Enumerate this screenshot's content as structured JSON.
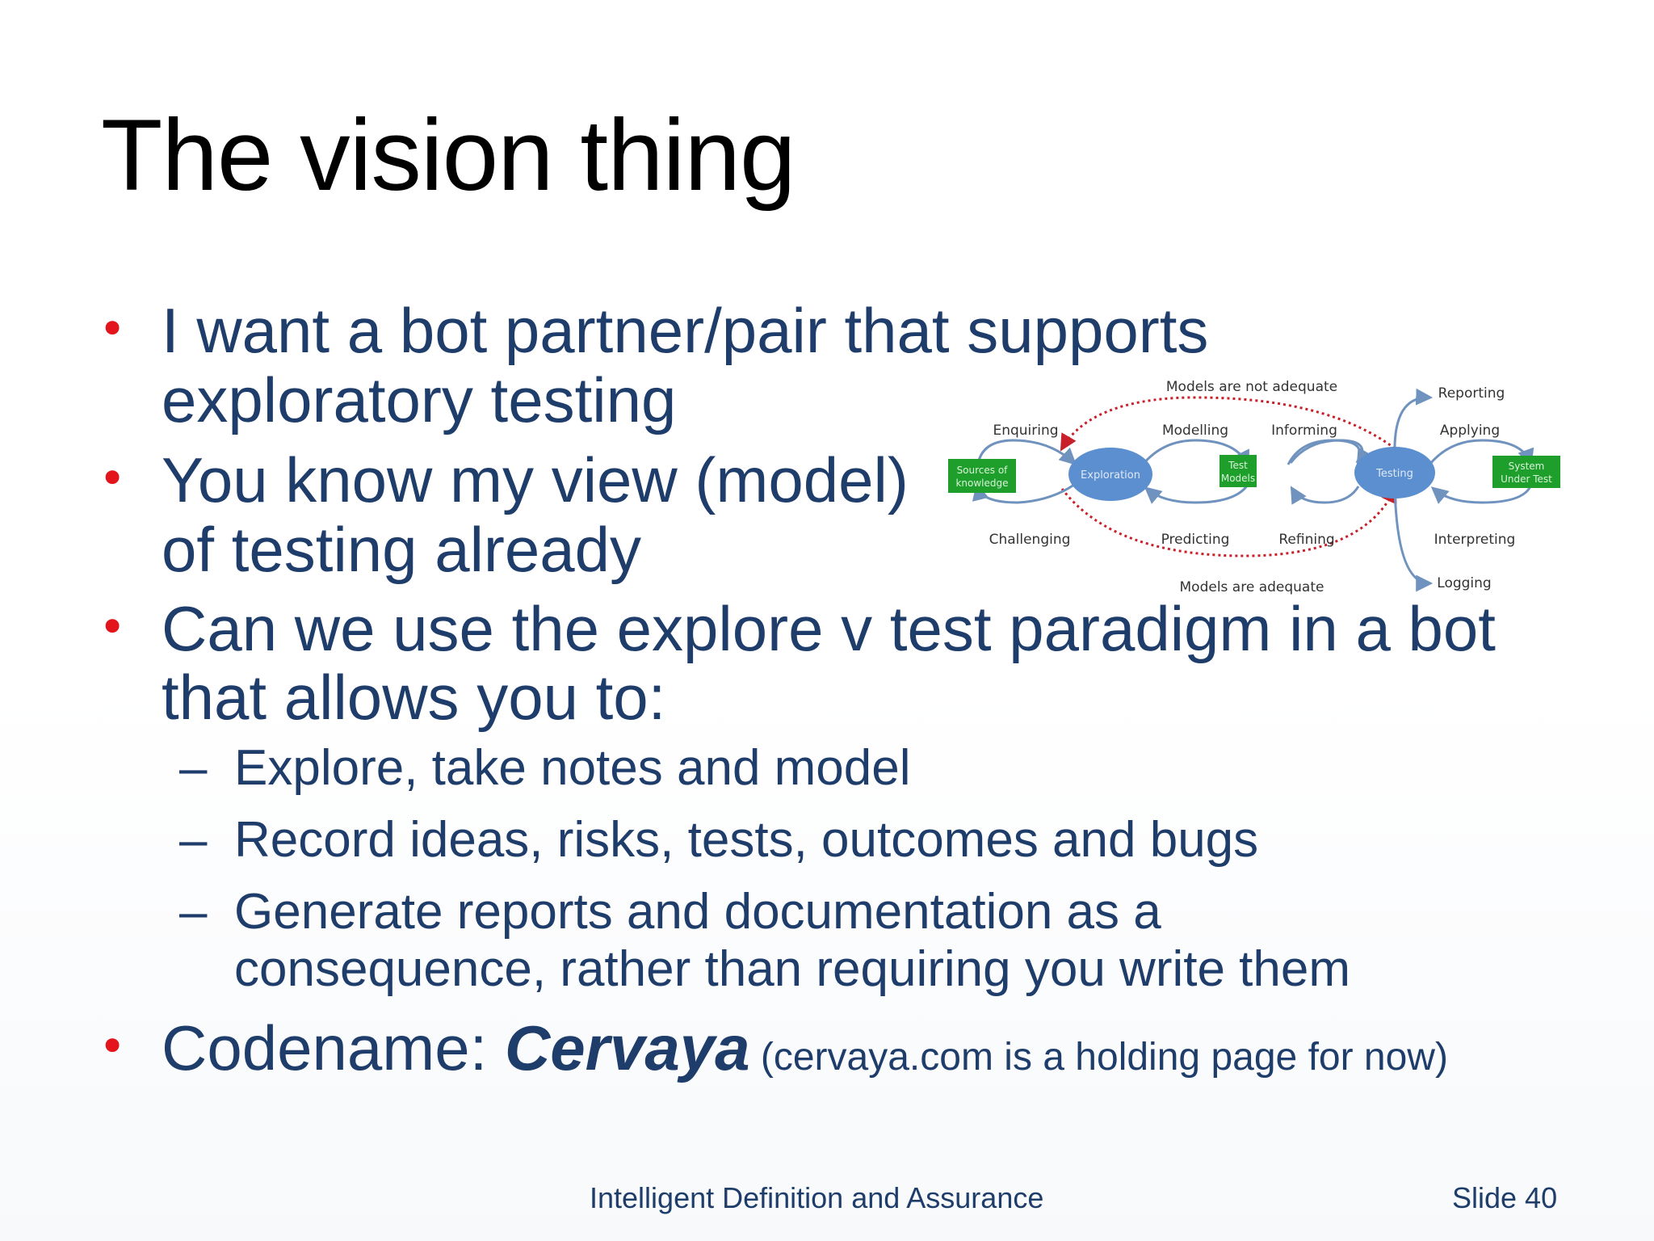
{
  "slide": {
    "title": "The vision thing",
    "bullets": [
      {
        "lines": [
          "I want a bot partner/pair that supports",
          "exploratory testing"
        ]
      },
      {
        "lines": [
          "You know my view (model)",
          "of testing already"
        ]
      },
      {
        "lines": [
          "Can we use the explore v test paradigm in a bot",
          "that allows you to:"
        ]
      }
    ],
    "sub_bullets": [
      {
        "dash": "–",
        "lines": [
          "Explore, take notes and model"
        ]
      },
      {
        "dash": "–",
        "lines": [
          "Record ideas, risks, tests, outcomes and bugs"
        ]
      },
      {
        "dash": "–",
        "lines": [
          "Generate reports and documentation as a",
          "consequence, rather than requiring you write them"
        ]
      }
    ],
    "codename": {
      "label": "Codename: ",
      "name": "Cervaya",
      "note": " (cervaya.com is a holding page for now)"
    },
    "footer": {
      "center": "Intelligent Definition and Assurance",
      "right": "Slide 40"
    }
  },
  "diagram": {
    "top_label": "Models are not adequate",
    "bottom_label": "Models are adequate",
    "boxes": {
      "sources": [
        "Sources of",
        "knowledge"
      ],
      "test_models": [
        "Test",
        "Models"
      ],
      "system": [
        "System",
        "Under Test"
      ]
    },
    "nodes": {
      "exploration": "Exploration",
      "testing": "Testing"
    },
    "labels": {
      "enquiring": "Enquiring",
      "challenging": "Challenging",
      "modelling": "Modelling",
      "informing": "Informing",
      "predicting": "Predicting",
      "refining": "Refining",
      "reporting": "Reporting",
      "applying": "Applying",
      "interpreting": "Interpreting",
      "logging": "Logging"
    },
    "colors": {
      "box_green": "#1e9e2a",
      "node_blue": "#5b8fd0",
      "arrow_blue": "#6f93be",
      "dotted_red": "#c8202a"
    }
  }
}
